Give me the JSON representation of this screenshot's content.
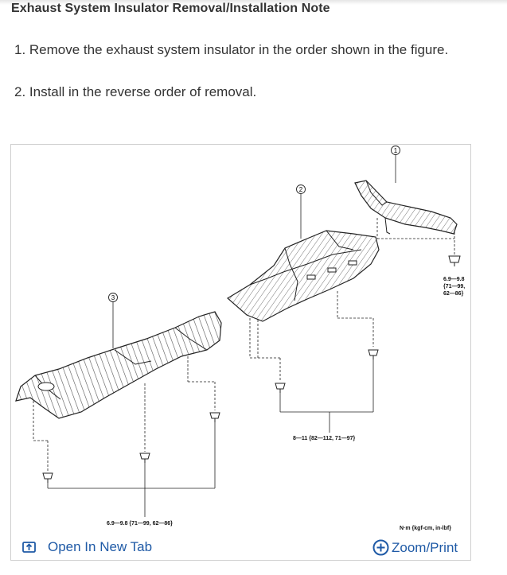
{
  "heading": "Exhaust System Insulator Removal/Installation Note",
  "steps": [
    "1. Remove the exhaust system insulator in the order shown in the figure.",
    "2. Install in the reverse order of removal."
  ],
  "figure": {
    "callouts": [
      "1",
      "2",
      "3"
    ],
    "torque_right": [
      "6.9—9.8",
      "{71—99,",
      "62—86}"
    ],
    "torque_middle": "8—11 {82—112, 71—97}",
    "torque_left": "6.9—9.8 {71—99, 62—86}",
    "units": "N·m {kgf-cm, in-lbf}"
  },
  "actions": {
    "open_new_tab": "Open In New Tab",
    "zoom_print": "Zoom/Print"
  },
  "colors": {
    "link": "#1f5aa6",
    "border": "#cfcfcf"
  },
  "icons": {
    "open_new_tab": "open-in-new-tab-icon",
    "zoom_print": "plus-circle-icon"
  }
}
